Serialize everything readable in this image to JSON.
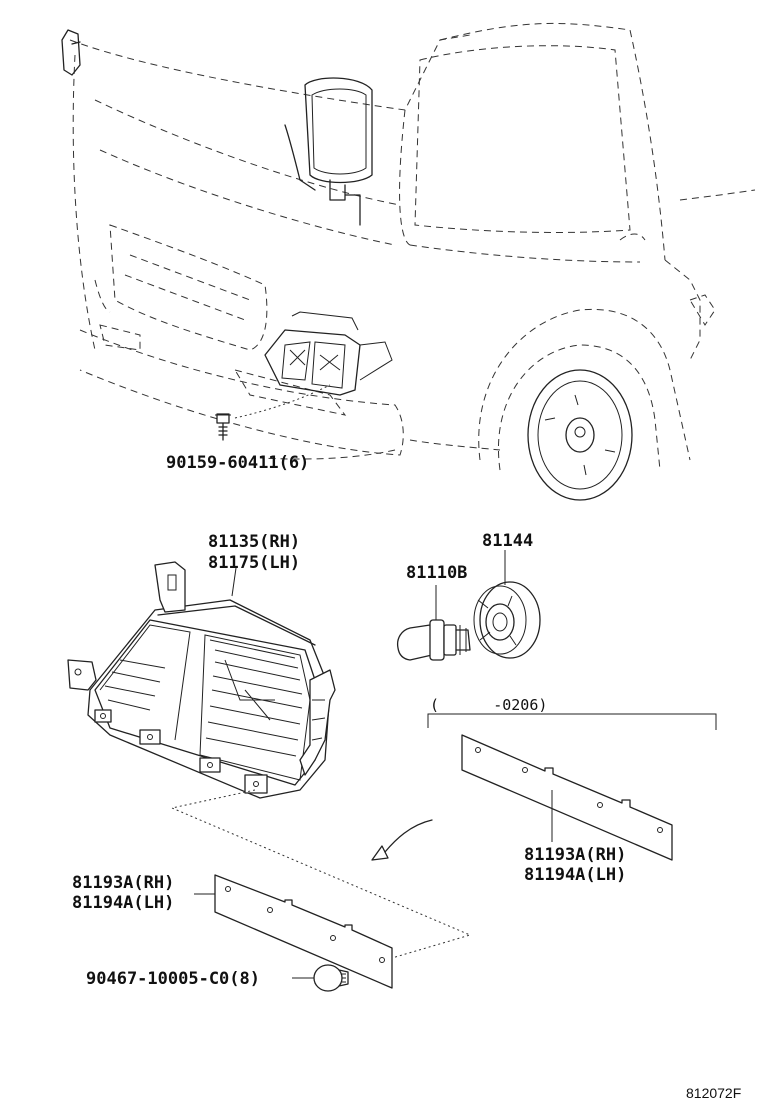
{
  "labels": {
    "screw": "90159-60411(6)",
    "headlamp_rh": "81135(RH)",
    "headlamp_lh": "81175(LH)",
    "socket": "81144",
    "bulb": "81110B",
    "date_range": "(      -0206)",
    "bracket_right_rh": "81193A(RH)",
    "bracket_right_lh": "81194A(LH)",
    "bracket_left_rh": "81193A(RH)",
    "bracket_left_lh": "81194A(LH)",
    "clip": "90467-10005-C0(8)",
    "ref_code": "812072F"
  }
}
